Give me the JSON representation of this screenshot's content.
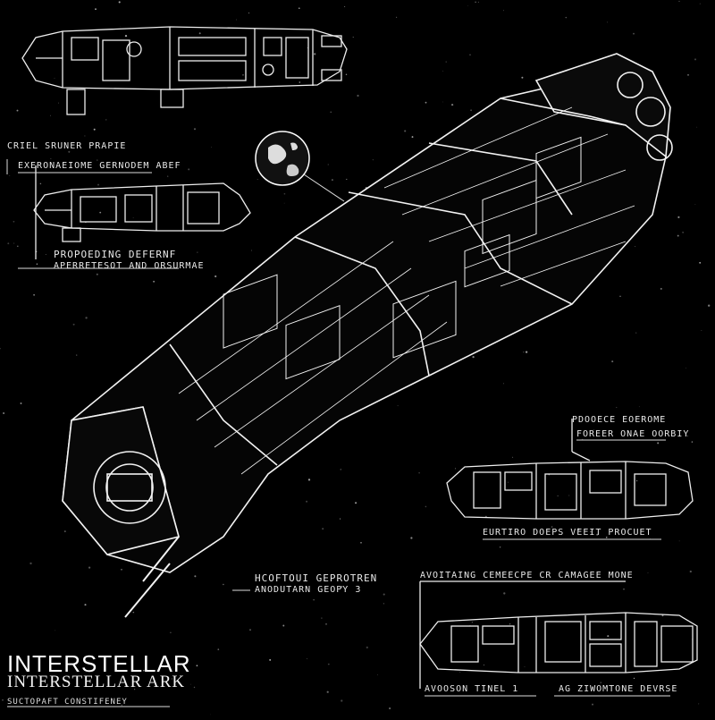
{
  "title": {
    "main": "INTERSTELLAR",
    "sub": "INTERSTELLAR ARK",
    "caption": "SUCTOPAFT CONSTIFENEY"
  },
  "annotations": {
    "top_left_1": "CRIEL SRUNER PRAPIE",
    "top_left_2": "EXERONAEIOME GERNODEM ABEF",
    "mid_left_1": "PROPOEDING DEFERNF",
    "mid_left_2": "APERRETESOT AND ORSURMAE",
    "right_1a": "PDOOECE EOEROME",
    "right_1b": "FOREER ONAE OORBIY",
    "right_1c": "EURTIRO DOEPS VEEIT PROCUET",
    "bottom_center_1": "HCOFTOUI GEPROTREN",
    "bottom_center_2": "ANODUTARN GEOPY 3",
    "bottom_right_head": "AVOITAING CEMEECPE CR CAMAGEE MONE",
    "bottom_right_left": "AVOOSON TINEL 1",
    "bottom_right_right": "AG ZIWOMTONE DEVRSE"
  },
  "colors": {
    "background": "#000000",
    "linework": "#f2f2f2"
  }
}
